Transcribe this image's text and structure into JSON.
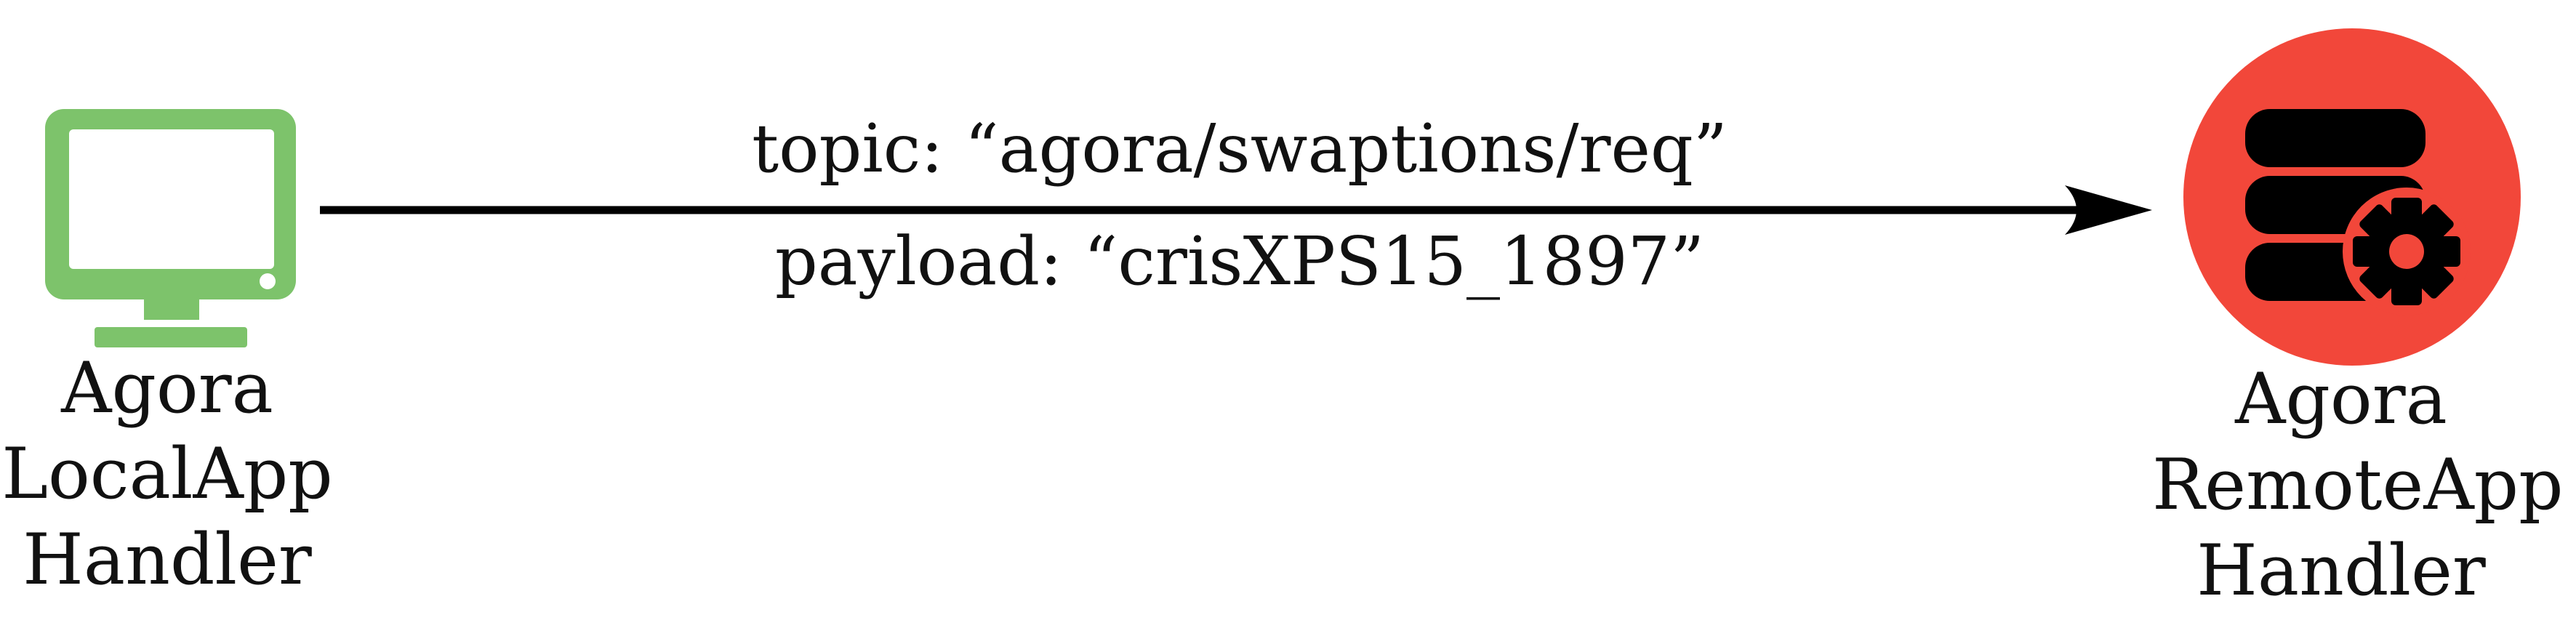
{
  "nodes": {
    "local": {
      "line1": "Agora",
      "line2": "LocalApp",
      "line3": "Handler",
      "icon": "monitor-icon",
      "color": "#7dc36b"
    },
    "remote": {
      "line1": "Agora",
      "line2": "RemoteApp",
      "line3": "Handler",
      "icon": "database-gear-icon",
      "color": "#f2473a"
    }
  },
  "message": {
    "topic": "topic: “agora/swaptions/req”",
    "payload": "payload: “crisXPS15_1897”"
  }
}
